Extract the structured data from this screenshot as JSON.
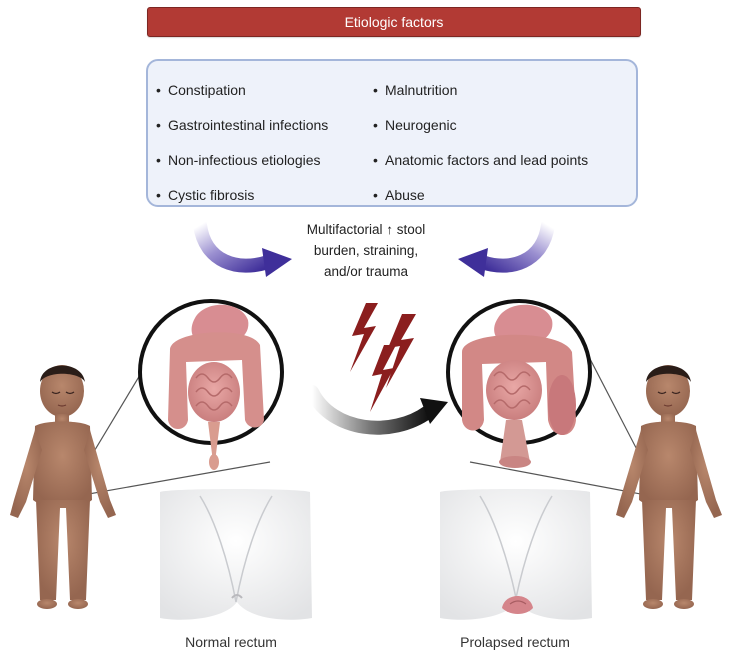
{
  "header": {
    "title": "Etiologic factors"
  },
  "factors": {
    "left": [
      "Constipation",
      "Gastrointestinal infections",
      "Non-infectious etiologies",
      "Cystic fibrosis"
    ],
    "right": [
      "Malnutrition",
      "Neurogenic",
      "Anatomic factors and lead points",
      "Abuse"
    ]
  },
  "mechanism": {
    "lines": [
      "Multifactorial ↑ stool",
      "burden, straining,",
      "and/or trauma"
    ]
  },
  "captions": {
    "normal": "Normal rectum",
    "prolapsed": "Prolapsed rectum"
  },
  "colors": {
    "banner": "#b23a34",
    "box_fill": "#eef2fa",
    "box_border": "#a4b6da",
    "arrow": "#5a4aa8",
    "lightning": "#8b1e1e",
    "skin": "#a9785f"
  }
}
